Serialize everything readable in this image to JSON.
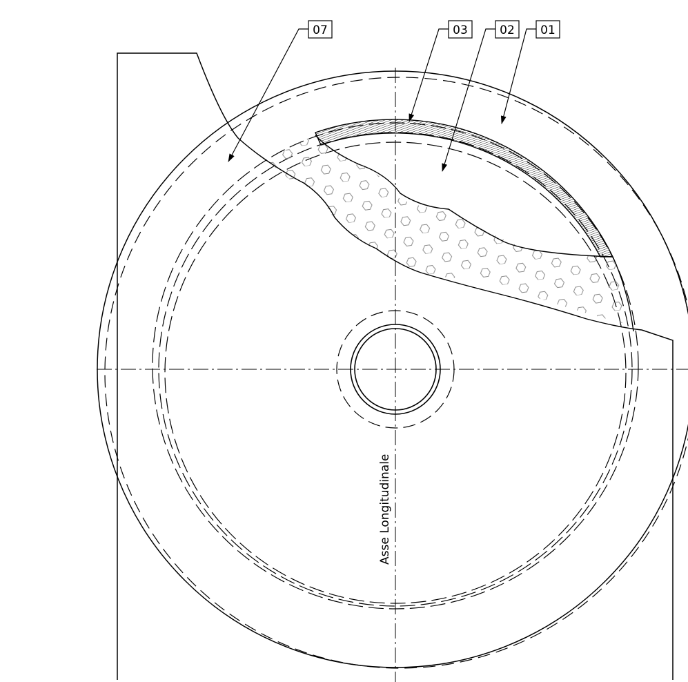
{
  "drawing": {
    "axis_label": "Asse  Longitudinale",
    "callouts": [
      {
        "id": "07"
      },
      {
        "id": "03"
      },
      {
        "id": "02"
      },
      {
        "id": "01"
      }
    ],
    "colors": {
      "line": "#000000",
      "hatch": "#000000",
      "hex_pattern": "#8a8a8a",
      "background": "#ffffff"
    }
  }
}
